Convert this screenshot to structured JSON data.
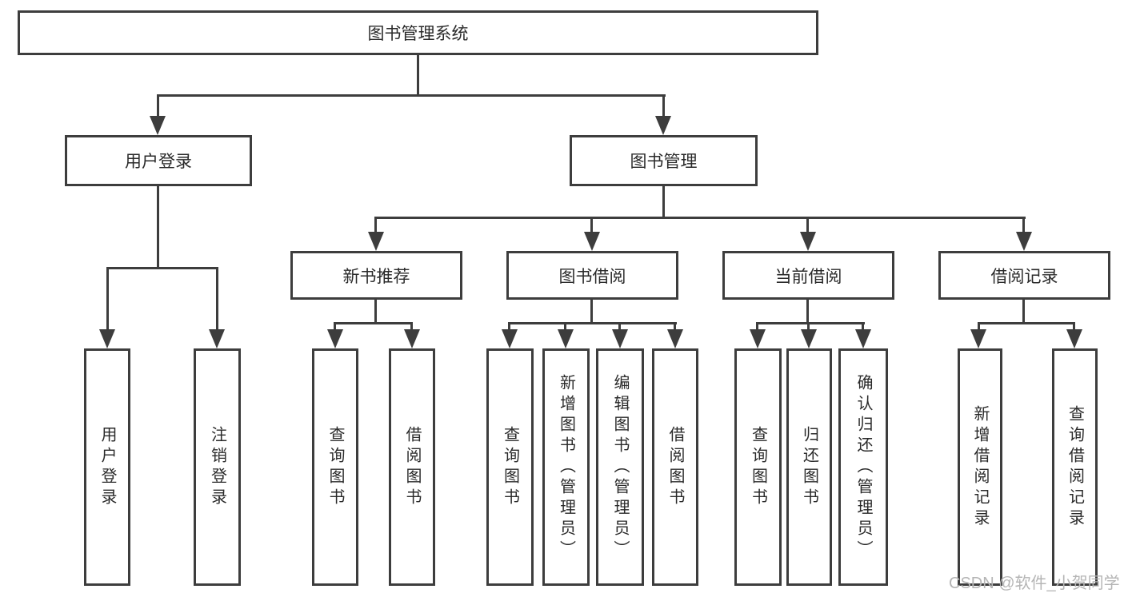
{
  "tree": {
    "root": {
      "label": "图书管理系统"
    },
    "branches": [
      {
        "label": "用户登录",
        "children": [
          {
            "label": "用户登录"
          },
          {
            "label": "注销登录"
          }
        ]
      },
      {
        "label": "图书管理",
        "children": [
          {
            "label": "新书推荐",
            "children": [
              {
                "label": "查询图书"
              },
              {
                "label": "借阅图书"
              }
            ]
          },
          {
            "label": "图书借阅",
            "children": [
              {
                "label": "查询图书"
              },
              {
                "label": "新增图书（管理员）"
              },
              {
                "label": "编辑图书（管理员）"
              },
              {
                "label": "借阅图书"
              }
            ]
          },
          {
            "label": "当前借阅",
            "children": [
              {
                "label": "查询图书"
              },
              {
                "label": "归还图书"
              },
              {
                "label": "确认归还（管理员）"
              }
            ]
          },
          {
            "label": "借阅记录",
            "children": [
              {
                "label": "新增借阅记录"
              },
              {
                "label": "查询借阅记录"
              }
            ]
          }
        ]
      }
    ]
  },
  "watermark": {
    "text": "CSDN @软件_小贺同学"
  },
  "colors": {
    "line": "#3d3d3d",
    "text": "#2a2a2a",
    "watermark": "#b5b5b5",
    "background": "#ffffff"
  }
}
